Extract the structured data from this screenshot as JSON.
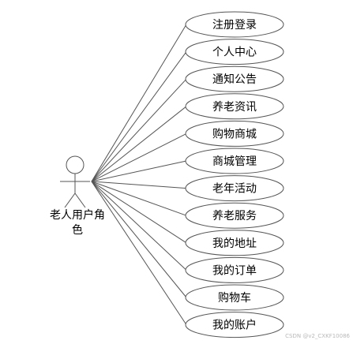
{
  "diagram": {
    "actor": {
      "label_line1": "老人用户角",
      "label_line2": "色"
    },
    "use_cases": [
      {
        "label": "注册登录"
      },
      {
        "label": "个人中心"
      },
      {
        "label": "通知公告"
      },
      {
        "label": "养老资讯"
      },
      {
        "label": "购物商城"
      },
      {
        "label": "商城管理"
      },
      {
        "label": "老年活动"
      },
      {
        "label": "养老服务"
      },
      {
        "label": "我的地址"
      },
      {
        "label": "我的订单"
      },
      {
        "label": "购物车"
      },
      {
        "label": "我的账户"
      }
    ],
    "colors": {
      "line": "#555555",
      "ellipse_stroke": "#555555",
      "ellipse_fill": "#ffffff"
    }
  },
  "watermark": {
    "text": "CSDN @v2_CXKF10086"
  }
}
